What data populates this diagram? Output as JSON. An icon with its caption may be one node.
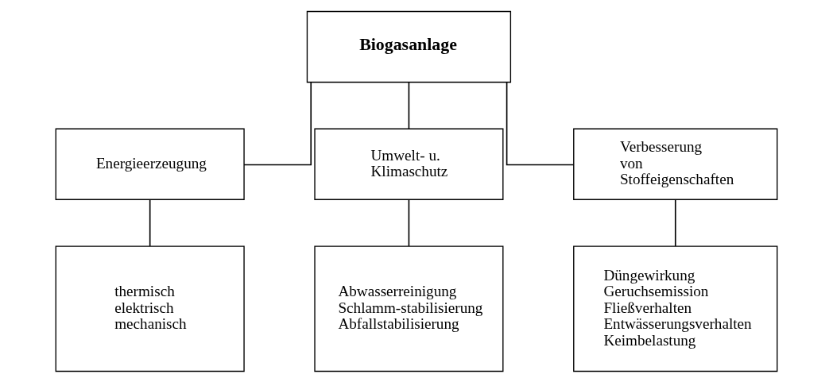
{
  "diagram": {
    "nodes": [
      {
        "text": [
          "Biogasanlage"
        ]
      },
      {
        "text": [
          "Energieerzeugung"
        ]
      },
      {
        "text": [
          "Umwelt- u. Klimaschutz"
        ]
      },
      {
        "text": [
          "Verbesserung von Stoffeigenschaften"
        ]
      },
      {
        "text": [
          "thermisch",
          "elektrisch",
          "mechanisch"
        ]
      },
      {
        "text": [
          "Abwasserreinigung",
          "Schlamm-stabilisierung",
          "Abfallstabilisierung"
        ]
      },
      {
        "text": [
          "Düngewirkung",
          "Geruchsemission",
          "Fließverhalten",
          "Entwässerungsverhalten",
          "Keimbelastung"
        ]
      }
    ],
    "edges": [
      {
        "from": 0,
        "to": 1,
        "arrow": "none"
      },
      {
        "from": 0,
        "to": 2,
        "arrow": "none"
      },
      {
        "from": 0,
        "to": 3,
        "arrow": "none"
      },
      {
        "from": 1,
        "to": 4,
        "arrow": "none"
      },
      {
        "from": 2,
        "to": 5,
        "arrow": "none"
      },
      {
        "from": 3,
        "to": 6,
        "arrow": "none"
      }
    ]
  }
}
